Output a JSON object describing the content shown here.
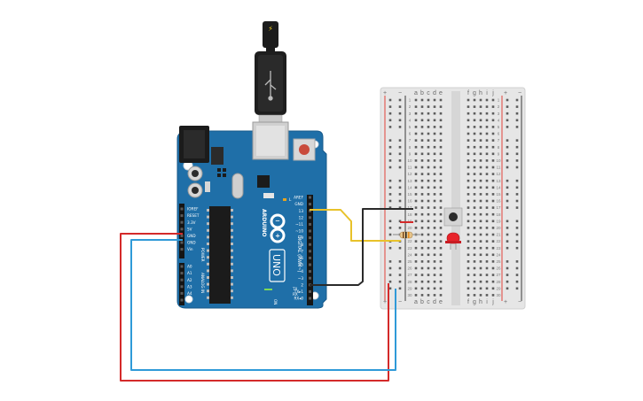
{
  "arduino": {
    "brand": "ARDUINO",
    "model": "UNO",
    "digital_label": "DIGITAL (PWM~)",
    "analog_label": "ANALOG IN",
    "power_label": "POWER",
    "on_label": "ON",
    "tx_label": "TX",
    "rx_label": "RX",
    "l_label": "L",
    "power_pins": [
      "IOREF",
      "RESET",
      "3.3V",
      "5V",
      "GND",
      "GND",
      "Vin"
    ],
    "analog_pins": [
      "A0",
      "A1",
      "A2",
      "A3",
      "A4",
      "A5"
    ],
    "digital_pins": [
      "AREF",
      "GND",
      "13",
      "12",
      "~11",
      "~10",
      "~9",
      "8",
      "7",
      "~6",
      "~5",
      "4",
      "~3",
      "2",
      "TX▸1",
      "RX◂0"
    ]
  },
  "breadboard": {
    "left_letters": [
      "a",
      "b",
      "c",
      "d",
      "e"
    ],
    "right_letters": [
      "f",
      "g",
      "h",
      "i",
      "j"
    ],
    "plus": "+",
    "minus": "−",
    "row_numbers": [
      "1",
      "2",
      "3",
      "4",
      "5",
      "6",
      "7",
      "8",
      "9",
      "10",
      "11",
      "12",
      "13",
      "14",
      "15",
      "16",
      "17",
      "18",
      "19",
      "20",
      "21",
      "22",
      "23",
      "24",
      "25",
      "26",
      "27",
      "28",
      "29",
      "30"
    ]
  },
  "components": {
    "usb_cable": "usb-cable",
    "resistor": "resistor",
    "led_color": "#e8232a",
    "button": "pushbutton"
  },
  "wires": {
    "red": "#d42a2a",
    "blue": "#2f9ad8",
    "black": "#2a2a2a",
    "yellow": "#e8c22a"
  },
  "colors": {
    "board": "#1f6fa8",
    "breadboard": "#e6e6e6"
  }
}
